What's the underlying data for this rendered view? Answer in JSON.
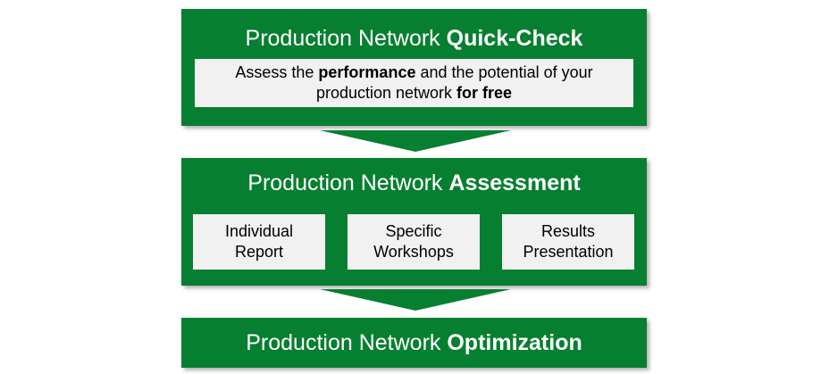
{
  "diagram": {
    "title": "Production Network Quick-Check to Optimization process flow",
    "colors": {
      "brand_green": "#067F30",
      "panel_gray": "#F1F1F1",
      "title_text": "#FFFFFF",
      "panel_text": "#000000",
      "background": "#FFFFFF"
    },
    "stages": [
      {
        "id": "quick-check",
        "title_regular": "Production Network ",
        "title_bold": "Quick-Check",
        "panels": [
          {
            "id": "assess",
            "line1_a": "Assess the ",
            "line1_b": "performance",
            "line1_c": " and the potential of your",
            "line2_a": "production network ",
            "line2_b": "for free"
          }
        ]
      },
      {
        "id": "assessment",
        "title_regular": "Production Network ",
        "title_bold": "Assessment",
        "panels": [
          {
            "id": "individual-report",
            "line1": "Individual",
            "line2": "Report"
          },
          {
            "id": "specific-workshops",
            "line1": "Specific",
            "line2": "Workshops"
          },
          {
            "id": "results-presentation",
            "line1": "Results",
            "line2": "Presentation"
          }
        ]
      },
      {
        "id": "optimization",
        "title_regular": "Production Network ",
        "title_bold": "Optimization",
        "panels": []
      }
    ],
    "connectors": [
      {
        "id": "arrow-1",
        "shape": "down-chevron",
        "from": "quick-check",
        "to": "assessment"
      },
      {
        "id": "arrow-2",
        "shape": "down-chevron",
        "from": "assessment",
        "to": "optimization"
      }
    ]
  }
}
